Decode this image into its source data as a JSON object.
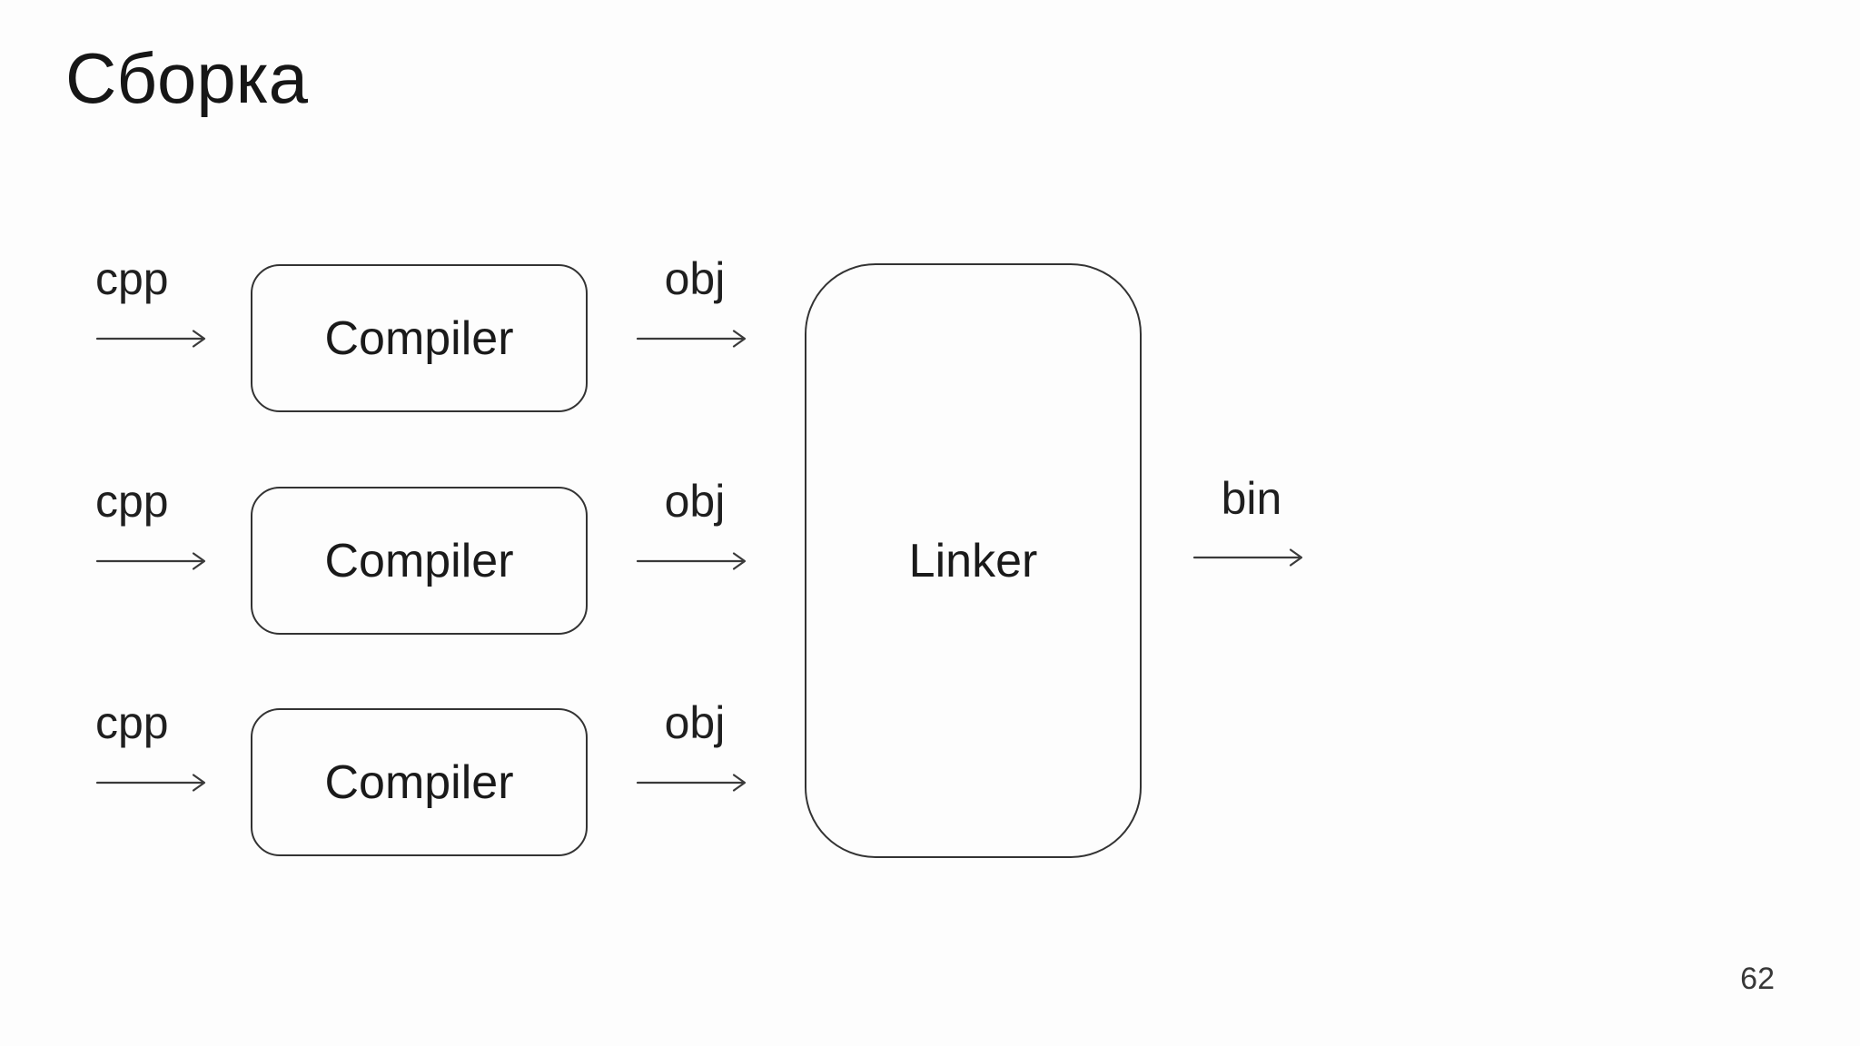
{
  "slide": {
    "title": "Сборка",
    "page_number": "62"
  },
  "colors": {
    "background": "#fdfdfd",
    "text": "#1a1a1a",
    "node_border": "#333333",
    "arrow": "#3a3a3a"
  },
  "diagram": {
    "rows": [
      {
        "input_label": "cpp",
        "node_label": "Compiler",
        "output_label": "obj"
      },
      {
        "input_label": "cpp",
        "node_label": "Compiler",
        "output_label": "obj"
      },
      {
        "input_label": "cpp",
        "node_label": "Compiler",
        "output_label": "obj"
      }
    ],
    "sink": {
      "node_label": "Linker",
      "output_label": "bin"
    }
  }
}
